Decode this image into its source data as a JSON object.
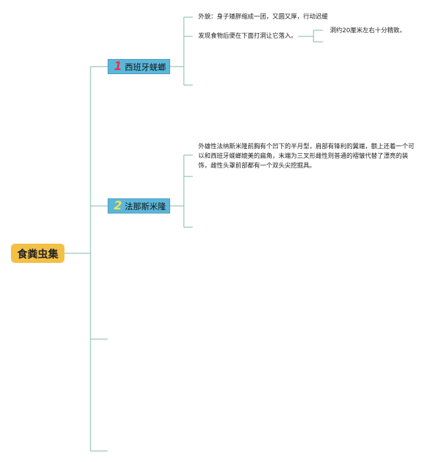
{
  "root": {
    "label": "食粪虫集"
  },
  "branches": [
    {
      "number": "1",
      "label": "西班牙蜣螂",
      "children": [
        "外貌：身子矮胖缩成一团，又圆又厚，行动迟缓",
        "发现食物后便在下面打洞让它落入。"
      ],
      "grandchild": "洞约20厘米左右十分精致。"
    },
    {
      "number": "2",
      "label": "法那斯米隆",
      "children": [
        "外雄性法纳斯米隆前胸有个凹下的半月型，肩部有锋利的翼端，额上还着一个可以和西班牙蜣螂媲美的扁角，末端为三叉形雌性则普通的褶皱代替了漂亮的装饰，雌性头罩前部都有一个双头尖挖掘具。"
      ]
    }
  ],
  "colors": {
    "root_fill": "#f3c046",
    "branch_fill": "#5bb7da",
    "connector": "#7bb4a8",
    "number_1": "#e8324a",
    "number_2": "#f7e24a"
  }
}
